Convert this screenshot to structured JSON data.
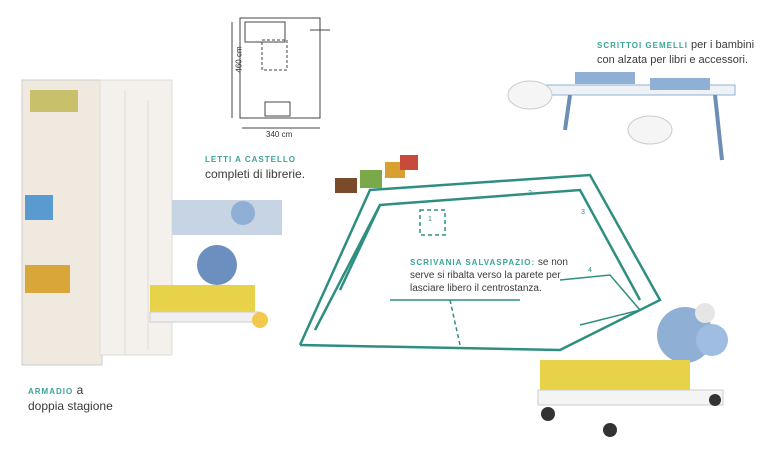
{
  "floorplan": {
    "height_label": "460 cm",
    "width_label": "340 cm"
  },
  "markers": [
    "1",
    "2",
    "3",
    "4"
  ],
  "captions": {
    "letti": {
      "keyword": "LETTI A CASTELLO",
      "text": "completi di librerie."
    },
    "scrittoi": {
      "keyword": "SCRITTOI GEMELLI",
      "text1": "per i bambini",
      "text2": "con alzata per libri e accessori."
    },
    "scrivania": {
      "keyword": "SCRIVANIA SALVASPAZIO:",
      "text1": "se non",
      "text2": "serve si ribalta verso la parete per",
      "text3": "lasciare libero il centrostanza."
    },
    "armadio": {
      "keyword": "ARMADIO",
      "text1": "a",
      "text2": "doppia stagione"
    }
  },
  "colors": {
    "accent": "#3aa59a",
    "plan_line": "#2e8f80",
    "bed_yellow": "#e8d24a",
    "headboard_blue": "#8fb0d4"
  }
}
